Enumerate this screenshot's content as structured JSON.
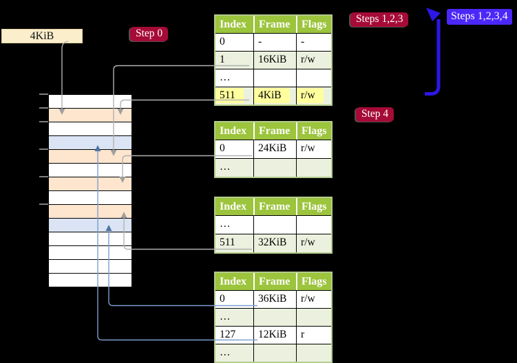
{
  "labels": {
    "size_box": "4KiB"
  },
  "badges": {
    "step0": "Step 0",
    "steps123": "Steps 1,2,3",
    "steps1234": "Steps 1,2,3,4",
    "step4": "Step 4"
  },
  "tables": {
    "headers": [
      "Index",
      "Frame",
      "Flags"
    ],
    "t1": {
      "rows": [
        {
          "cells": [
            "0",
            "-",
            "-"
          ]
        },
        {
          "cells": [
            "1",
            "16KiB",
            "r/w"
          ]
        },
        {
          "cells": [
            "…",
            "",
            ""
          ]
        },
        {
          "cells": [
            "511",
            "4KiB",
            "r/w"
          ],
          "highlighted": true
        }
      ]
    },
    "t2": {
      "rows": [
        {
          "cells": [
            "0",
            "24KiB",
            "r/w"
          ]
        },
        {
          "cells": [
            "…",
            "",
            ""
          ]
        }
      ]
    },
    "t3": {
      "rows": [
        {
          "cells": [
            "…",
            "",
            ""
          ]
        },
        {
          "cells": [
            "511",
            "32KiB",
            "r/w"
          ]
        }
      ]
    },
    "t4": {
      "rows": [
        {
          "cells": [
            "0",
            "36KiB",
            "r/w"
          ]
        },
        {
          "cells": [
            "…",
            "",
            ""
          ]
        },
        {
          "cells": [
            "127",
            "12KiB",
            "r"
          ]
        },
        {
          "cells": [
            "…",
            "",
            ""
          ]
        }
      ]
    }
  },
  "memory": {
    "rows": [
      "free",
      "table",
      "free",
      "page",
      "table",
      "free",
      "table",
      "free",
      "table",
      "page",
      "free",
      "free",
      "free",
      "free"
    ],
    "ticks_y": [
      137,
      157,
      177,
      217,
      257,
      297
    ]
  },
  "colors": {
    "cream": "#fbeecb",
    "peach": "#fde5ce",
    "blue_row": "#dae4f4",
    "header_green": "#9cc43c",
    "row_green": "#ebf1de",
    "table_border": "#b4cd8d",
    "hl_yellow": "#ffff9e",
    "badge_red": "#a50b36",
    "badge_blue": "#4b28f8",
    "arrow_blue": "#2c17e6",
    "conn_gray": "#b2b2b2",
    "conn_blue": "#7d9dcf"
  }
}
